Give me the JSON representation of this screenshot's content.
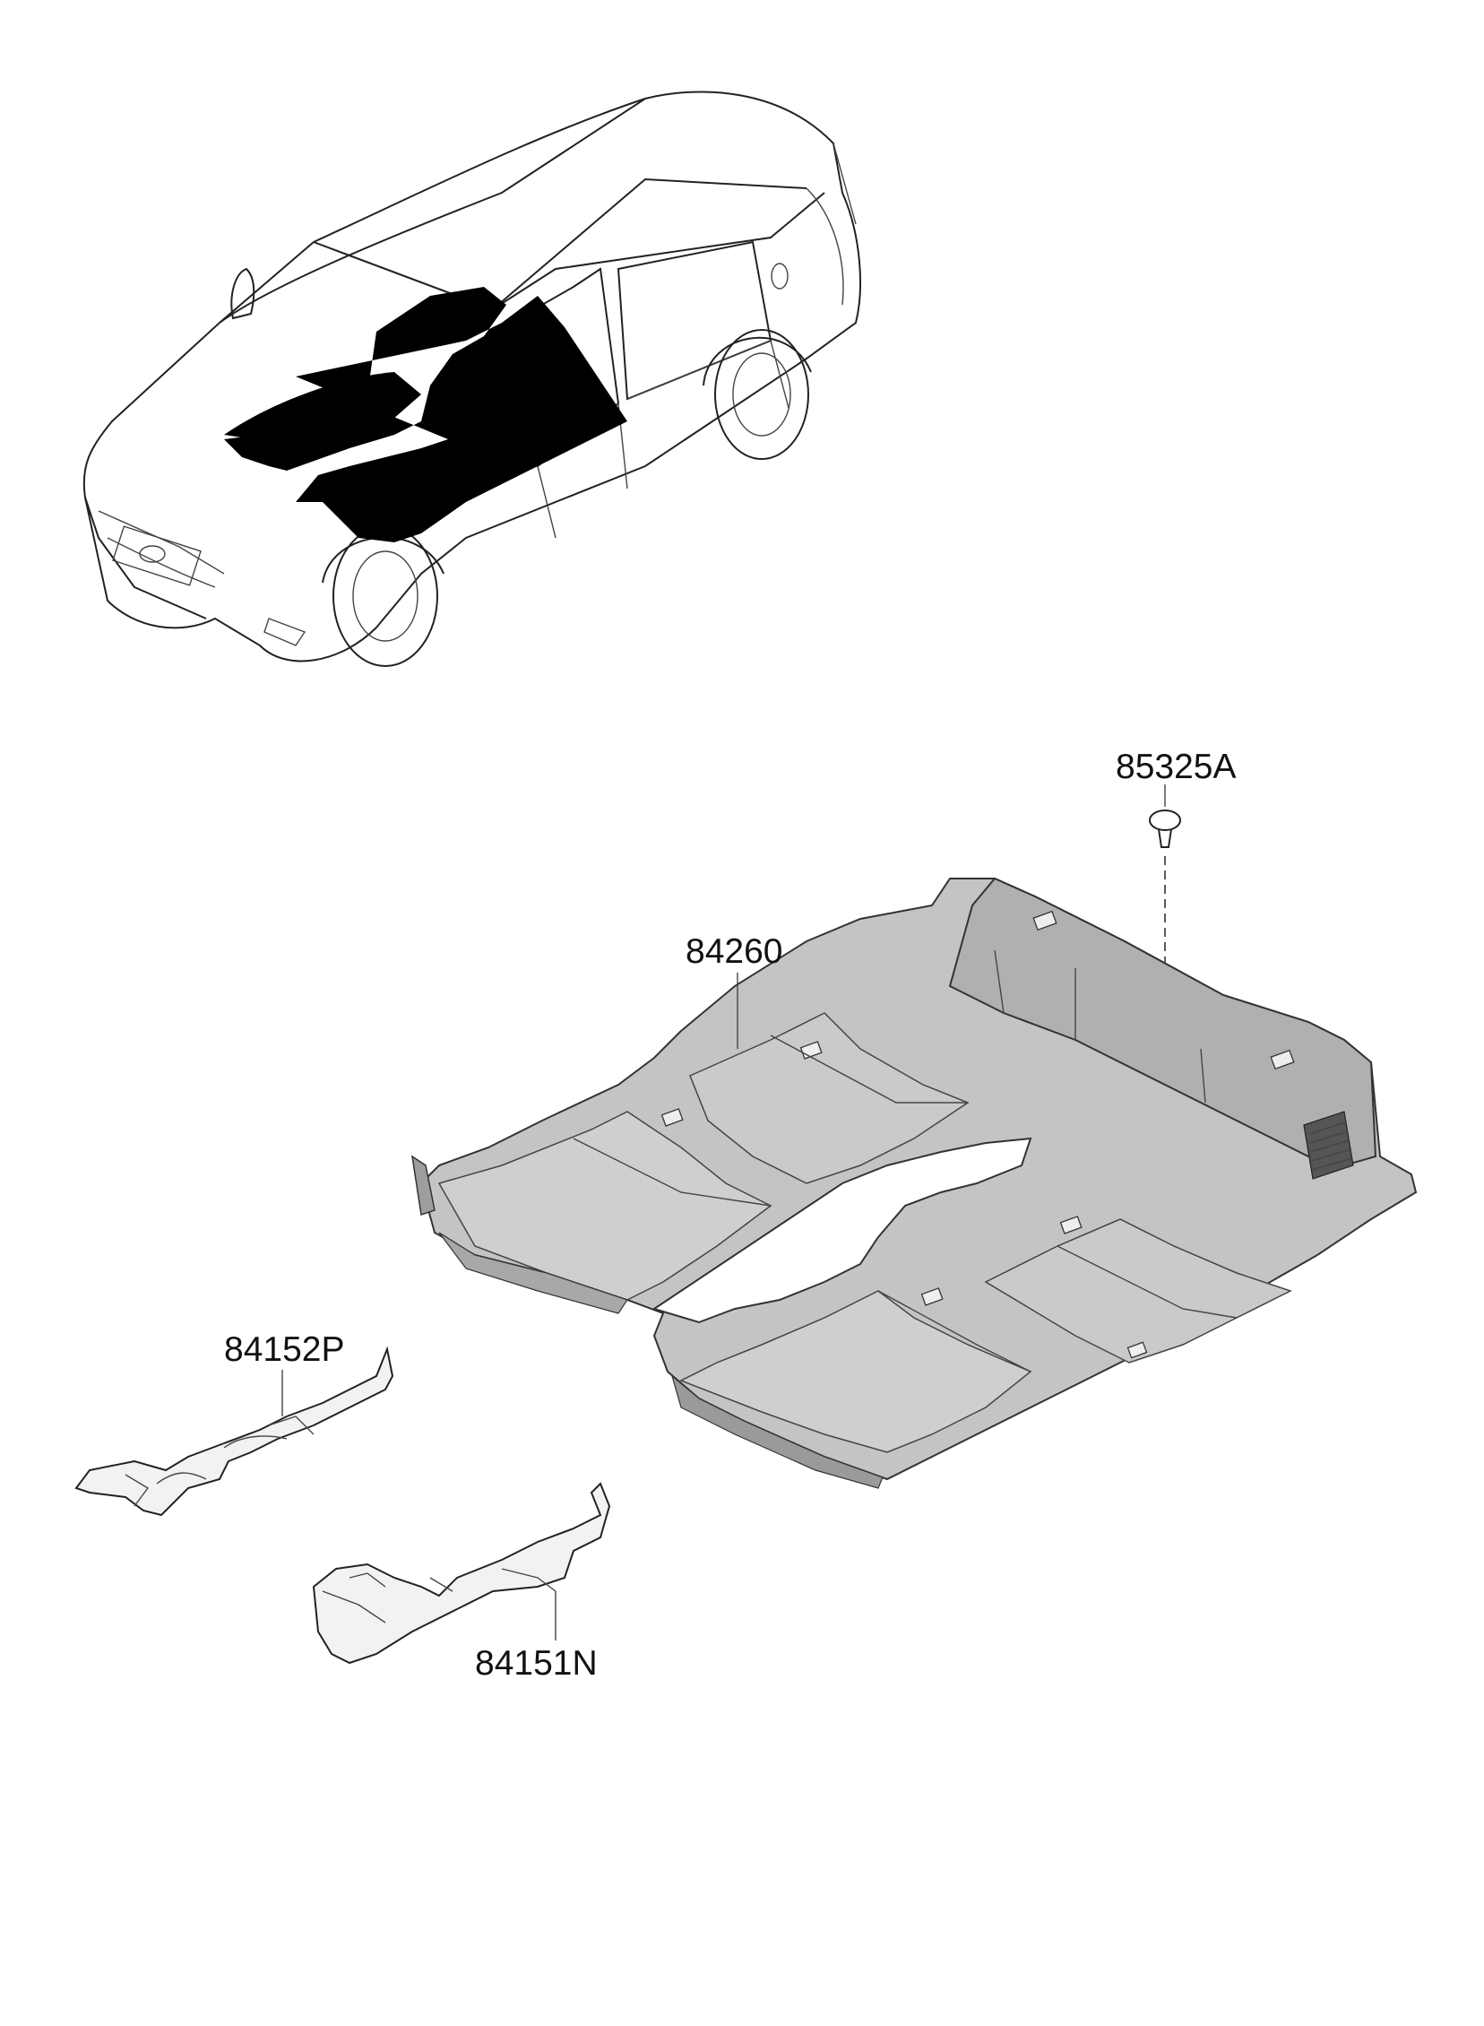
{
  "diagram": {
    "labels": {
      "clip": "85325A",
      "floor_carpet": "84260",
      "pad_left": "84152P",
      "pad_right": "84151N"
    },
    "colors": {
      "line": "#222222",
      "carpet_fill": "#bdbdbd",
      "carpet_shade": "#9a9a9a",
      "pad_fill": "#f2f2f2",
      "highlight": "#000000"
    }
  }
}
